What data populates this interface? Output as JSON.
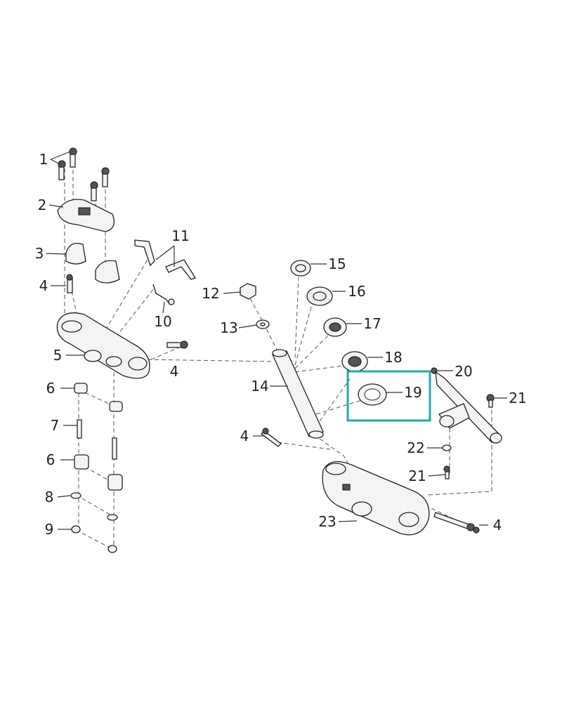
{
  "diagram": {
    "type": "exploded parts diagram",
    "highlight_color": "#2aa8a8",
    "highlighted_callout": "19",
    "callouts": {
      "c1": "1",
      "c2": "2",
      "c3": "3",
      "c4a": "4",
      "c5": "5",
      "c4b": "4",
      "c6a": "6",
      "c7": "7",
      "c6b": "6",
      "c8": "8",
      "c9": "9",
      "c10": "10",
      "c11": "11",
      "c12": "12",
      "c13": "13",
      "c14": "14",
      "c15": "15",
      "c16": "16",
      "c17": "17",
      "c18": "18",
      "c19": "19",
      "c20": "20",
      "c21a": "21",
      "c4c": "4",
      "c22": "22",
      "c21b": "21",
      "c23": "23",
      "c4d": "4"
    }
  }
}
